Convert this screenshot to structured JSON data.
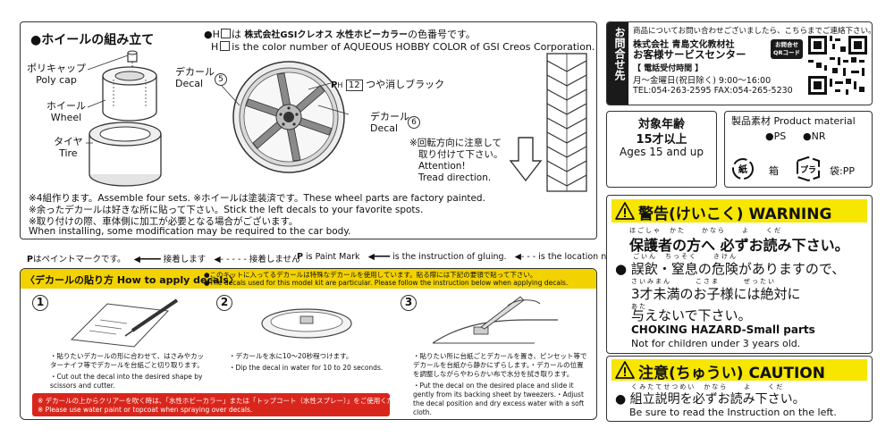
{
  "assembly": {
    "title": "●ホイールの組み立て",
    "color_note_jp_prefix": "●H",
    "color_note_jp_mid": "は",
    "color_note_jp_brand": "株式会社GSIクレオス 水性ホビーカラー",
    "color_note_jp_suffix": "の色番号です。",
    "color_note_en_prefix": "H",
    "color_note_en": "is the color number of AQUEOUS HOBBY COLOR of GSI Creos Corporation.",
    "parts": [
      {
        "jp": "ポリキャップ",
        "en": "Poly cap"
      },
      {
        "jp": "ホイール",
        "en": "Wheel"
      },
      {
        "jp": "タイヤ",
        "en": "Tire"
      }
    ],
    "decal5_jp": "デカール",
    "decal5_en": "Decal",
    "decal5_num": "5",
    "decal6_jp": "デカール",
    "decal6_en": "Decal",
    "decal6_num": "6",
    "paint_code": "H",
    "paint_num": "12",
    "paint_name": "つや消しブラック",
    "rotation_jp1": "※回転方向に注意して",
    "rotation_jp2": "取り付けて下さい。",
    "rotation_en1": "Attention!",
    "rotation_en2": "Tread direction.",
    "notes": [
      "※4組作ります。Assemble four sets.  ※ホイールは塗装済です。These wheel parts are factory painted.",
      "※余ったデカールは好きな所に貼って下さい。Stick the left decals to your favorite spots.",
      "※取り付けの際、車体側に加工が必要となる場合がございます。",
      "   When installing, some modification may be required to the car body."
    ]
  },
  "legend": {
    "paint_jp": "はペイントマークです。",
    "glue_jp": "接着します",
    "noglue_jp": "接着しません",
    "paint_en": "is Paint Mark",
    "glue_en": "is the instruction of gluing.",
    "noglue_en": "is the location no gluing."
  },
  "decals": {
    "header": "〈デカールの貼り方 How to apply decals〉",
    "note_jp": "●このキットに入ってるデカールは特殊なデカールを使用しています。貼る際には下記の要領で貼って下さい。",
    "note_en": "●The decals used for this model kit are particular. Please follow the instruction below when applying decals.",
    "steps": [
      {
        "num": "1",
        "jp": "・貼りたいデカールの形に合わせて、はさみやカッターナイフ等でデカールを台紙ごと切り取ります。",
        "en": "・Cut out the decal into the desired shape by scissors and cutter."
      },
      {
        "num": "2",
        "jp": "・デカールを水に10〜20秒程つけます。",
        "en": "・Dip the decal in water for 10 to 20 seconds."
      },
      {
        "num": "3",
        "jp": "・貼りたい所に台紙ごとデカールを置き、ピンセット等でデカールを台紙から静かにずらします。・デカールの位置を調整しながらやわらかい布で水分を拭き取ります。",
        "en": "・Put the decal on the desired place and slide it gently from its backing sheet by tweezers.・Adjust the decal position and dry excess water with a soft cloth."
      }
    ],
    "warn_jp": "※ デカールの上からクリアーを吹く時は、「水性ホビーカラー」または「トップコート（水性スプレー）」をご使用ください。",
    "warn_en": "※ Please use water paint or topcoat when spraying over decals."
  },
  "contact": {
    "side_label": "お問合せ先",
    "intro": "商品についてお問い合わせございましたら、こちらまでご連絡下さい。",
    "company": "株式会社 青島文化教材社",
    "center": "お客様サービスセンター",
    "hours_label": "【 電話受付時間 】",
    "hours": "月〜金曜日(祝日除く) 9:00〜16:00",
    "tel": "TEL:054-263-2595  FAX:054-265-5230",
    "qr_label": "お問合せQRコード"
  },
  "age": {
    "jp": "対象年齢",
    "jp2": "15才以上",
    "en": "Ages 15 and up"
  },
  "material": {
    "title": "製品素材 Product material",
    "ps": "●PS",
    "nr": "●NR",
    "box_label": "箱",
    "bag_label": "袋:PP",
    "paper_mark": "紙",
    "plastic_mark": "プラ"
  },
  "warning": {
    "title": "警告(けいこく) WARNING",
    "ruby1": "ほごしゃ　かた　　かなら　　よ　　くだ",
    "line1": "保護者の方へ 必ずお読み下さい。",
    "ruby2": "ごいん　ちっそく　　きけん",
    "line2": "● 誤飲・窒息の危険がありますので、",
    "ruby3": "さいみまん　　　こさま　　　ぜったい",
    "line3": "3才未満のお子様には絶対に",
    "ruby4": "あた",
    "line4": "与えないで下さい。",
    "en1": "CHOKING HAZARD-Small parts",
    "en2": "Not for children under 3 years old."
  },
  "caution": {
    "title": "注意(ちゅうい) CAUTION",
    "ruby": "くみたてせつめい　かなら　　よ　　くだ",
    "line": "● 組立説明を必ずお読み下さい。",
    "en": "Be sure to read the Instruction on the left."
  },
  "colors": {
    "warning_yellow": "#f7e600",
    "decal_header": "#f2d200",
    "red_note": "#d9261c",
    "contact_dark": "#1a1a1a"
  }
}
